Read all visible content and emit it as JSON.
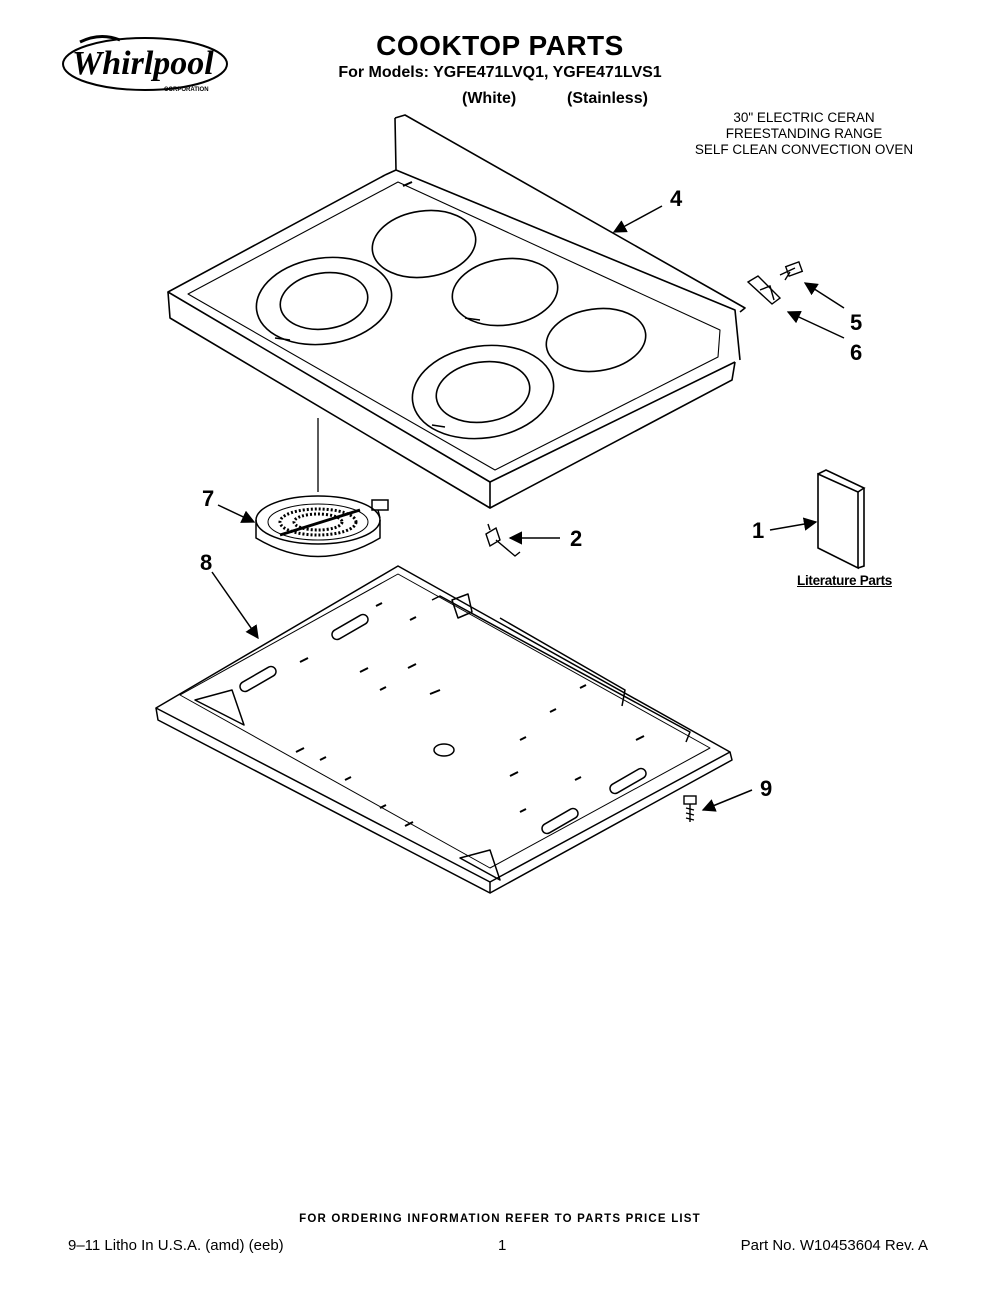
{
  "brand": {
    "name": "Whirlpool",
    "subtext": "CORPORATION"
  },
  "header": {
    "title": "COOKTOP PARTS",
    "models_line": "For Models: YGFE471LVQ1, YGFE471LVS1",
    "variant_white": "(White)",
    "variant_stainless": "(Stainless)"
  },
  "description": [
    "30\" ELECTRIC CERAN",
    "FREESTANDING RANGE",
    "SELF CLEAN CONVECTION OVEN"
  ],
  "diagram": {
    "parts": [
      {
        "number": "1",
        "depicts": "literature-card"
      },
      {
        "number": "2",
        "depicts": "element-clip"
      },
      {
        "number": "4",
        "depicts": "cooktop-glass"
      },
      {
        "number": "5",
        "depicts": "screw"
      },
      {
        "number": "6",
        "depicts": "bracket"
      },
      {
        "number": "7",
        "depicts": "radiant-element"
      },
      {
        "number": "8",
        "depicts": "burner-box-tray"
      },
      {
        "number": "9",
        "depicts": "screw"
      }
    ],
    "literature_label": "Literature Parts"
  },
  "order_note": "FOR ORDERING INFORMATION REFER TO PARTS PRICE LIST",
  "footer": {
    "left": "9–11 Litho In U.S.A. (amd) (eeb)",
    "page": "1",
    "part_number": "Part No. W10453604 Rev. A"
  },
  "colors": {
    "line": "#000000",
    "background": "#ffffff"
  }
}
